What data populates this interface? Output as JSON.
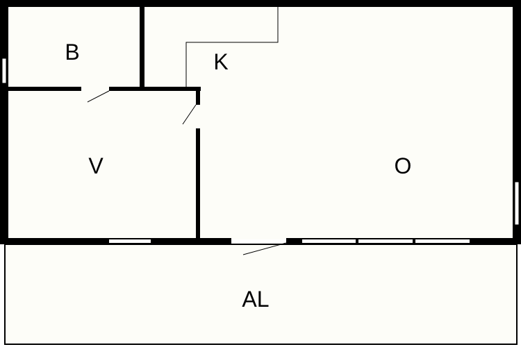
{
  "colors": {
    "wall": "#000000",
    "floor": "#fdfdf8",
    "window": "#ffffff",
    "background": "#ffffff"
  },
  "rooms": {
    "bathroom": {
      "label": "B"
    },
    "kitchen": {
      "label": "K"
    },
    "bedroom": {
      "label": "V"
    },
    "living": {
      "label": "O"
    },
    "balcony": {
      "label": "AL"
    }
  }
}
